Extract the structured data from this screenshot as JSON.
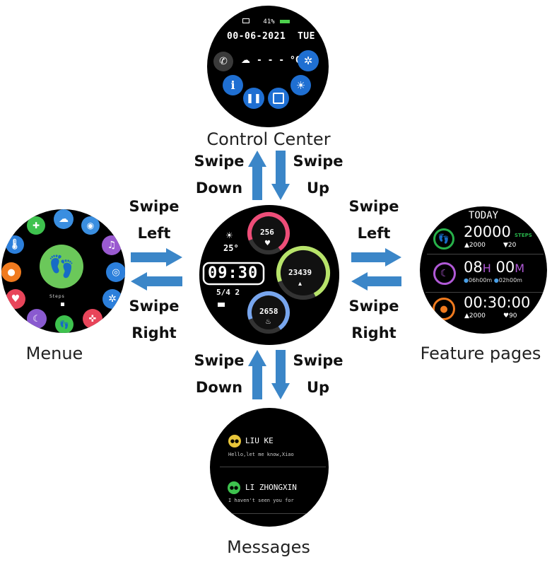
{
  "captions": {
    "control_center": "Control Center",
    "menu": "Menue",
    "feature_pages": "Feature pages",
    "messages": "Messages"
  },
  "gestures": {
    "top_left": [
      "Swipe",
      "Down"
    ],
    "top_right": [
      "Swipe",
      "Up"
    ],
    "left_top": [
      "Swipe",
      "Left"
    ],
    "left_bottom": [
      "Swipe",
      "Right"
    ],
    "right_top": [
      "Swipe",
      "Left"
    ],
    "right_bottom": [
      "Swipe",
      "Right"
    ],
    "bottom_left": [
      "Swipe",
      "Down"
    ],
    "bottom_right": [
      "Swipe",
      "Up"
    ]
  },
  "control_center_screen": {
    "battery": "41%",
    "date": "00-06-2021",
    "weekday": "TUE",
    "temperature": "- - - °C"
  },
  "home_screen": {
    "temp": "25°",
    "time": "09:30",
    "date": "5/4 2",
    "top_ring_value": "256",
    "right_ring_value": "23439",
    "bottom_ring_value": "2658"
  },
  "menu_screen": {
    "center_label": "Steps"
  },
  "feature_screen": {
    "title": "TODAY",
    "steps_value": "20000",
    "steps_unit": "STEPS",
    "steps_sub_left": "▲2000",
    "steps_sub_right": "▼20",
    "sleep_hours": "08",
    "sleep_h": "H",
    "sleep_minutes": "00",
    "sleep_m": "M",
    "sleep_sub_left": "06h00m",
    "sleep_sub_right": "02h00m",
    "workout_time": "00:30:00",
    "workout_sub_left": "▲2000",
    "workout_sub_right": "♥90"
  },
  "messages_screen": {
    "items": [
      {
        "sender": "LIU KE",
        "preview": "Hello,let me know,Xiao"
      },
      {
        "sender": "LI ZHONGXIN",
        "preview": "I haven't seen you for"
      }
    ]
  },
  "colors": {
    "arrow": "#3b86c8",
    "ring_pink": "#ee4d78",
    "ring_green": "#b7e36a",
    "ring_blue": "#78a6ee",
    "feature_green": "#27b24a",
    "feature_purple": "#b059d6",
    "feature_orange": "#f07a1e",
    "icon_blue": "#1f6fd2"
  }
}
